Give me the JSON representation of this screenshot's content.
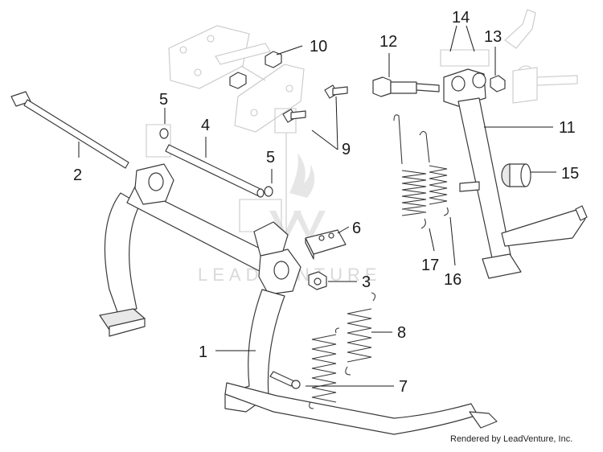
{
  "diagram": {
    "callouts": {
      "n1": "1",
      "n2": "2",
      "n3": "3",
      "n4": "4",
      "n5a": "5",
      "n5b": "5",
      "n6": "6",
      "n7": "7",
      "n8": "8",
      "n9": "9",
      "n10": "10",
      "n11": "11",
      "n12": "12",
      "n13": "13",
      "n14": "14",
      "n15": "15",
      "n16": "16",
      "n17": "17"
    },
    "watermark": "LEADVENTURE",
    "credit": "Rendered by LeadVenture, Inc."
  }
}
